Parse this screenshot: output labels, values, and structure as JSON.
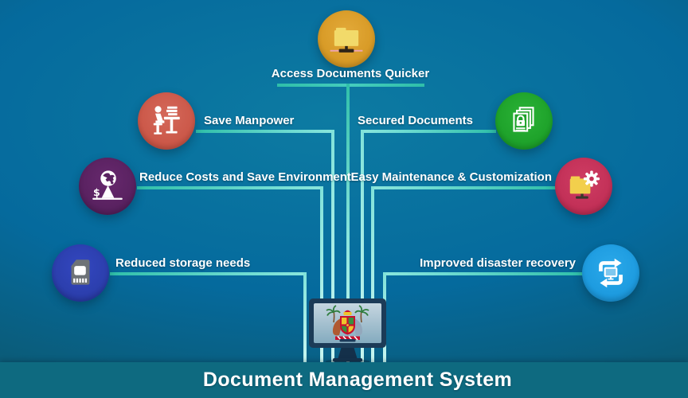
{
  "hub": {
    "label": "Access Documents Quicker",
    "color": "#d89b27",
    "icon": "shared-folder-icon"
  },
  "items": [
    {
      "key": "save-manpower",
      "label": "Save Manpower",
      "color": "#cc594a",
      "side": "left",
      "icon": "worker-desk-icon"
    },
    {
      "key": "secured-documents",
      "label": "Secured Documents",
      "color": "#1fa32b",
      "side": "right",
      "icon": "locked-documents-icon"
    },
    {
      "key": "reduce-costs",
      "label": "Reduce Costs and Save Environment",
      "color": "#5a2261",
      "side": "left",
      "icon": "globe-balance-icon"
    },
    {
      "key": "easy-maintenance",
      "label": "Easy Maintenance & Customization",
      "color": "#c33158",
      "side": "right",
      "icon": "folder-gear-icon"
    },
    {
      "key": "reduced-storage",
      "label": "Reduced storage needs",
      "color": "#2c3fae",
      "side": "left",
      "icon": "memory-card-icon"
    },
    {
      "key": "disaster-recovery",
      "label": "Improved disaster recovery",
      "color": "#1e9ce0",
      "side": "right",
      "icon": "sync-recovery-icon"
    }
  ],
  "footer": {
    "title": "Document Management System"
  },
  "palette": {
    "background_top": "#0d7ba2",
    "background_bottom": "#0a4f66",
    "connector_teal": "#2fbfa9",
    "connector_light": "#c9f6f1",
    "footer_bar": "#0e6a80",
    "label_text": "#ffffff"
  }
}
